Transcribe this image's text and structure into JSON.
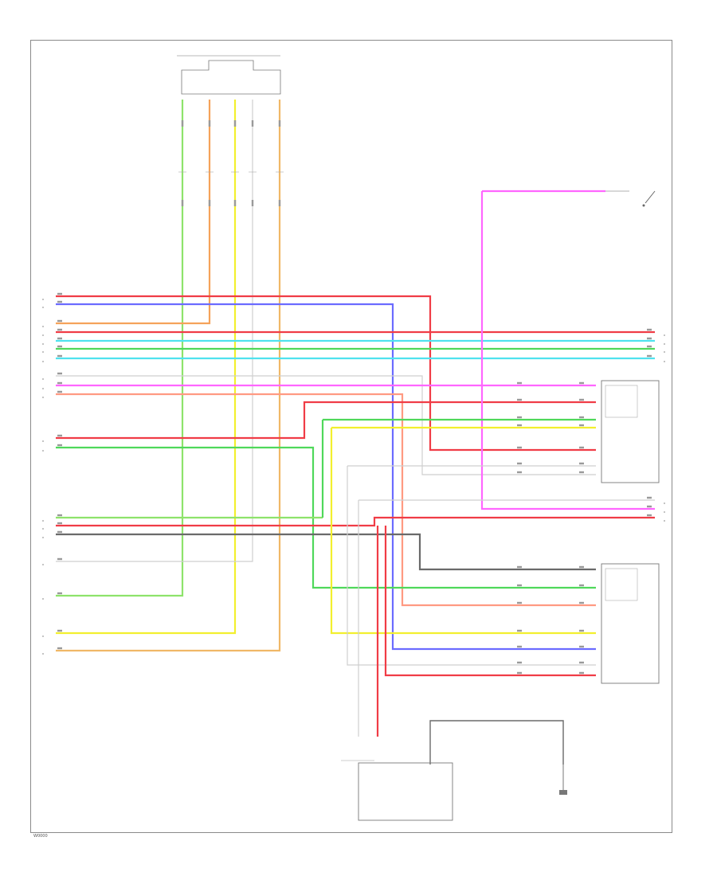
{
  "page": {
    "code": "W0000"
  },
  "colors": {
    "red": "#f03c46",
    "blue": "#6b6bff",
    "orange": "#f5a25a",
    "cyan": "#4fe2ee",
    "green": "#4fd85a",
    "light_green": "#8ee36b",
    "white": "#cfcfcf",
    "pink": "#ff66ff",
    "salmon": "#ff9a82",
    "yellow": "#f2ef2e",
    "gray": "#6a6a6a",
    "tan": "#f0b867",
    "box": "#777777"
  },
  "components": [
    {
      "id": "top-connector",
      "name": "top-connector-block"
    },
    {
      "id": "right-switch",
      "name": "selector-switch"
    },
    {
      "id": "upper-module",
      "name": "upper-control-module"
    },
    {
      "id": "lower-module",
      "name": "lower-control-module"
    },
    {
      "id": "bottom-module",
      "name": "bottom-control-unit"
    },
    {
      "id": "bottom-ground",
      "name": "ground-connector"
    }
  ]
}
